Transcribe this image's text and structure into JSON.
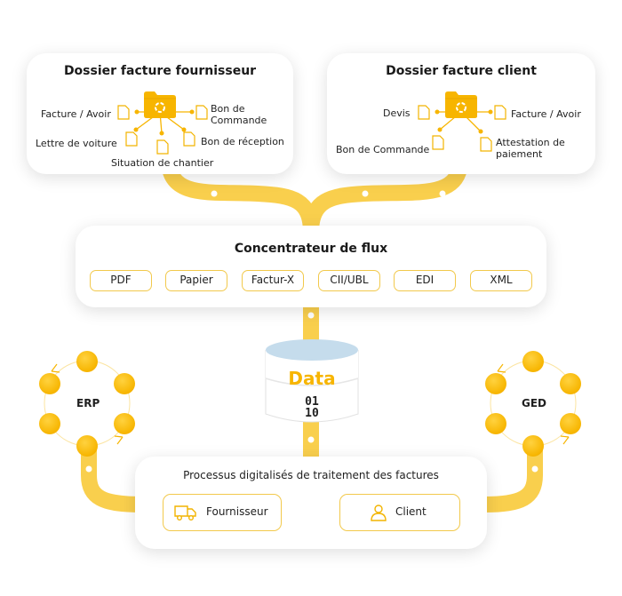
{
  "supplier_dossier": {
    "title": "Dossier facture fournisseur",
    "docs": {
      "invoice_credit": "Facture / Avoir",
      "order_form_line1": "Bon de",
      "order_form_line2": "Commande",
      "waybill": "Lettre de voiture",
      "receipt": "Bon de réception",
      "site_status": "Situation de chantier"
    }
  },
  "client_dossier": {
    "title": "Dossier facture client",
    "docs": {
      "quote": "Devis",
      "invoice_credit": "Facture / Avoir",
      "order_form": "Bon de Commande",
      "payment_cert_line1": "Attestation de",
      "payment_cert_line2": "paiement"
    }
  },
  "concentrator": {
    "title": "Concentrateur de flux",
    "formats": [
      "PDF",
      "Papier",
      "Factur-X",
      "CII/UBL",
      "EDI",
      "XML"
    ]
  },
  "database": {
    "label": "Data",
    "bits_line1": "01",
    "bits_line2": "10"
  },
  "erp": {
    "label": "ERP"
  },
  "ged": {
    "label": "GED"
  },
  "process": {
    "title": "Processus digitalisés de traitement des factures",
    "supplier_label": "Fournisseur",
    "client_label": "Client"
  },
  "colors": {
    "accent": "#f7b500",
    "pipe": "#f9cf4d",
    "border": "#f2c94c"
  }
}
